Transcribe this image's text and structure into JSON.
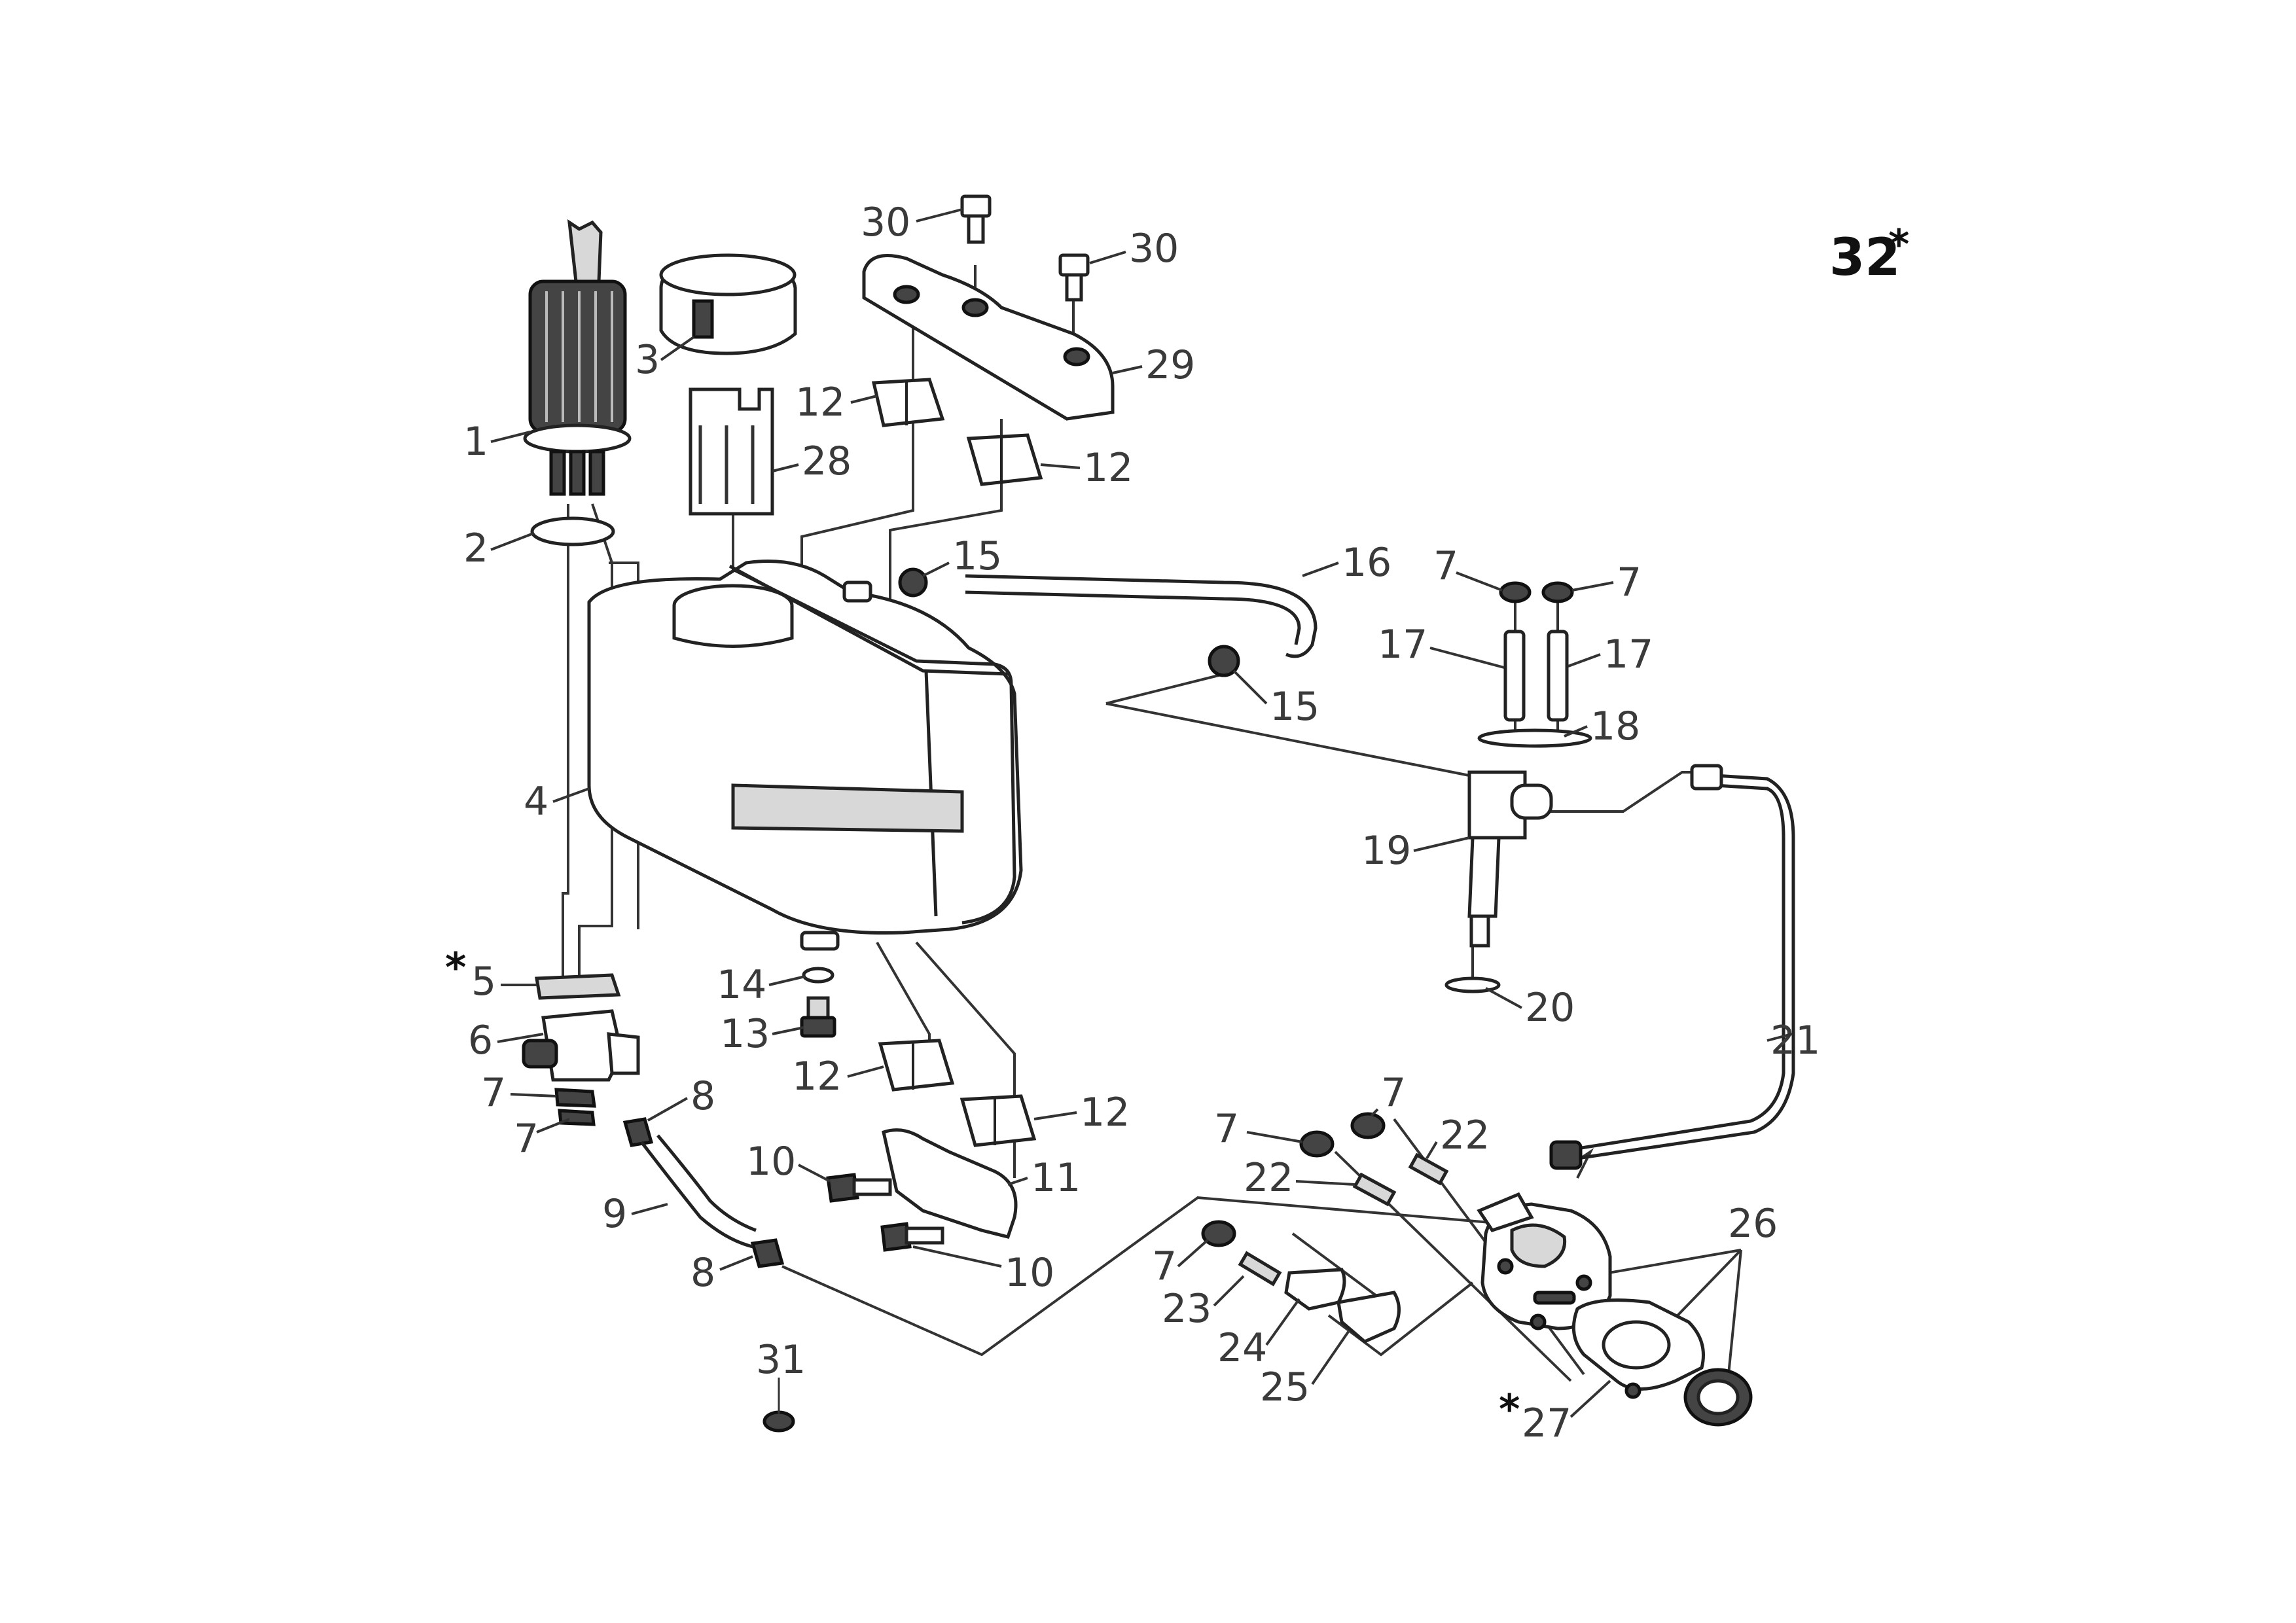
{
  "diagram": {
    "figure_number": "32",
    "asterisk": "*",
    "labels": {
      "1": "1",
      "2": "2",
      "3": "3",
      "4": "4",
      "5": "5",
      "6": "6",
      "7a": "7",
      "7b": "7",
      "7c": "7",
      "7d": "7",
      "7e": "7",
      "7f": "7",
      "7g": "7",
      "8a": "8",
      "8b": "8",
      "9": "9",
      "10a": "10",
      "10b": "10",
      "11": "11",
      "12a": "12",
      "12b": "12",
      "12c": "12",
      "12d": "12",
      "13": "13",
      "14": "14",
      "15a": "15",
      "15b": "15",
      "16": "16",
      "17a": "17",
      "17b": "17",
      "18": "18",
      "19": "19",
      "20": "20",
      "21": "21",
      "22a": "22",
      "22b": "22",
      "23": "23",
      "24": "24",
      "25": "25",
      "26": "26",
      "27": "27",
      "28": "28",
      "29": "29",
      "30a": "30",
      "30b": "30",
      "31": "31"
    }
  }
}
